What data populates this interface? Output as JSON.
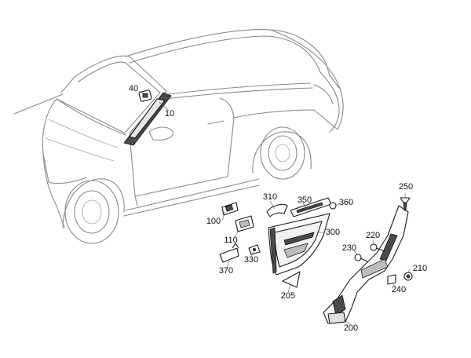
{
  "callouts": {
    "c10": "10",
    "c40": "40",
    "c100": "100",
    "c110": "110",
    "c200": "200",
    "c205": "205",
    "c210": "210",
    "c220": "220",
    "c230": "230",
    "c240": "240",
    "c250": "250",
    "c300": "300",
    "c310": "310",
    "c330": "330",
    "c350": "350",
    "c360": "360",
    "c370": "370"
  }
}
